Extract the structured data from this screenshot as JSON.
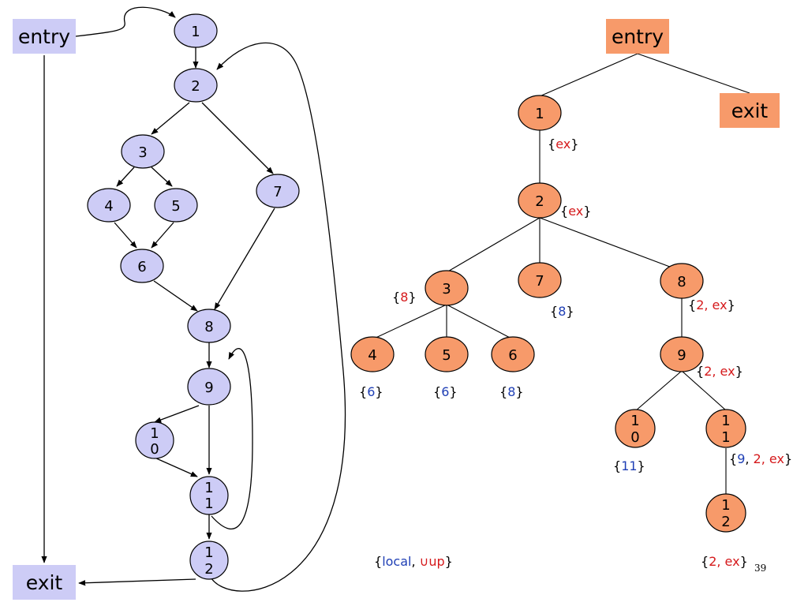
{
  "left_graph": {
    "entry": "entry",
    "exit": "exit",
    "nodes": [
      {
        "id": "1",
        "label": "1"
      },
      {
        "id": "2",
        "label": "2"
      },
      {
        "id": "3",
        "label": "3"
      },
      {
        "id": "4",
        "label": "4"
      },
      {
        "id": "5",
        "label": "5"
      },
      {
        "id": "6",
        "label": "6"
      },
      {
        "id": "7",
        "label": "7"
      },
      {
        "id": "8",
        "label": "8"
      },
      {
        "id": "9",
        "label": "9"
      },
      {
        "id": "10",
        "label_top": "1",
        "label_bottom": "0"
      },
      {
        "id": "11",
        "label_top": "1",
        "label_bottom": "1"
      },
      {
        "id": "12",
        "label_top": "1",
        "label_bottom": "2"
      }
    ]
  },
  "right_tree": {
    "entry": "entry",
    "exit": "exit",
    "nodes": {
      "n1": "1",
      "n2": "2",
      "n3": "3",
      "n4": "4",
      "n5": "5",
      "n6": "6",
      "n7": "7",
      "n8": "8",
      "n9": "9",
      "n10_top": "1",
      "n10_bottom": "0",
      "n11_top": "1",
      "n11_bottom": "1",
      "n12_top": "1",
      "n12_bottom": "2"
    },
    "sets": {
      "s1": [
        "ex"
      ],
      "s2": [
        "ex"
      ],
      "s3": [
        "8"
      ],
      "s7": [
        "8"
      ],
      "s8": [
        "2, ex"
      ],
      "s9": [
        "2, ex"
      ],
      "s4": [
        "6"
      ],
      "s5": [
        "6"
      ],
      "s6": [
        "8"
      ],
      "s10": [
        "11"
      ],
      "s11": [
        "9",
        "2, ex"
      ],
      "s12": [
        "2, ex"
      ]
    },
    "legend": {
      "local": "local",
      "union_up": "∪up"
    }
  },
  "page_number": "39",
  "colors": {
    "left_node_fill": "#cdccf6",
    "right_node_fill": "#f79a6a",
    "blue_text": "#1f3fb5",
    "red_text": "#d5191b"
  }
}
